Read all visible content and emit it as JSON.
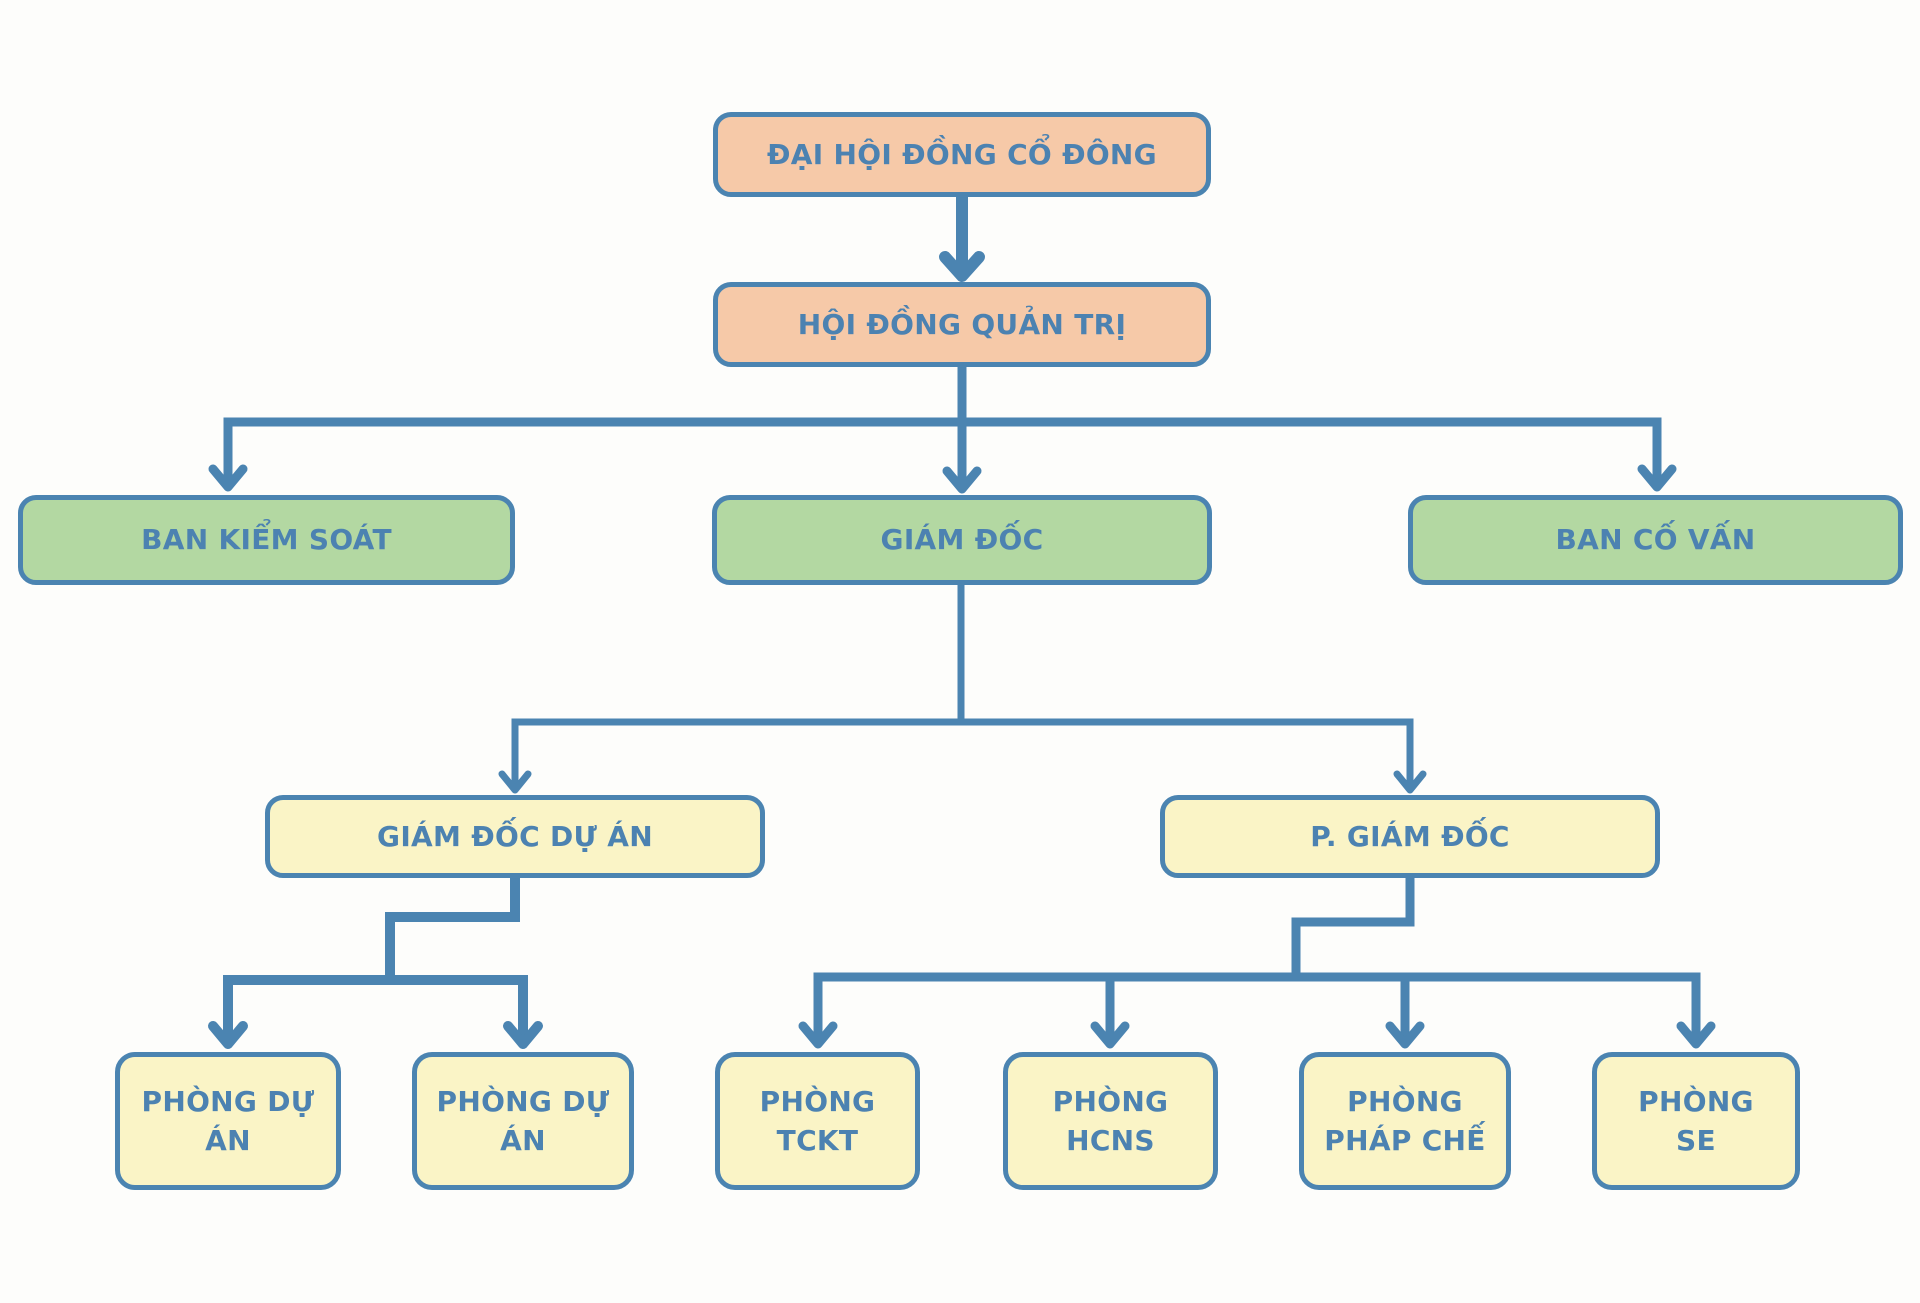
{
  "diagram": {
    "type": "org-chart",
    "background": "#FDFDFB",
    "palette": {
      "top_level_fill": "#F6C9A8",
      "mid_level_fill": "#B3D8A2",
      "lower_level_fill": "#FAF4C6",
      "border_blue": "#4B84B1",
      "text_blue": "#4C82B1",
      "connector_blue": "#4B84B1"
    },
    "nodes": [
      {
        "id": "dai-hoi-dong-co-dong",
        "label": "ĐẠI HỘI ĐỒNG CỔ ĐÔNG",
        "fill": "#F6C9A8"
      },
      {
        "id": "hoi-dong-quan-tri",
        "label": "HỘI ĐỒNG QUẢN TRỊ",
        "fill": "#F6C9A8"
      },
      {
        "id": "ban-kiem-soat",
        "label": "BAN KIỂM SOÁT",
        "fill": "#B3D8A2"
      },
      {
        "id": "giam-doc",
        "label": "GIÁM ĐỐC",
        "fill": "#B3D8A2"
      },
      {
        "id": "ban-co-van",
        "label": "BAN CỐ VẤN",
        "fill": "#B3D8A2"
      },
      {
        "id": "giam-doc-du-an",
        "label": "GIÁM ĐỐC DỰ ÁN",
        "fill": "#FAF4C6"
      },
      {
        "id": "p-giam-doc",
        "label": "P. GIÁM ĐỐC",
        "fill": "#FAF4C6"
      },
      {
        "id": "phong-du-an-1",
        "label": "PHÒNG DỰ\nÁN",
        "fill": "#FAF4C6"
      },
      {
        "id": "phong-du-an-2",
        "label": "PHÒNG DỰ\nÁN",
        "fill": "#FAF4C6"
      },
      {
        "id": "phong-tckt",
        "label": "PHÒNG\nTCKT",
        "fill": "#FAF4C6"
      },
      {
        "id": "phong-hcns",
        "label": "PHÒNG\nHCNS",
        "fill": "#FAF4C6"
      },
      {
        "id": "phong-phap-che",
        "label": "PHÒNG\nPHÁP CHẾ",
        "fill": "#FAF4C6"
      },
      {
        "id": "phong-se",
        "label": "PHÒNG\nSE",
        "fill": "#FAF4C6"
      }
    ],
    "edges": [
      [
        "dai-hoi-dong-co-dong",
        "hoi-dong-quan-tri"
      ],
      [
        "hoi-dong-quan-tri",
        "ban-kiem-soat"
      ],
      [
        "hoi-dong-quan-tri",
        "giam-doc"
      ],
      [
        "hoi-dong-quan-tri",
        "ban-co-van"
      ],
      [
        "giam-doc",
        "giam-doc-du-an"
      ],
      [
        "giam-doc",
        "p-giam-doc"
      ],
      [
        "giam-doc-du-an",
        "phong-du-an-1"
      ],
      [
        "giam-doc-du-an",
        "phong-du-an-2"
      ],
      [
        "p-giam-doc",
        "phong-tckt"
      ],
      [
        "p-giam-doc",
        "phong-hcns"
      ],
      [
        "p-giam-doc",
        "phong-phap-che"
      ],
      [
        "p-giam-doc",
        "phong-se"
      ]
    ]
  }
}
